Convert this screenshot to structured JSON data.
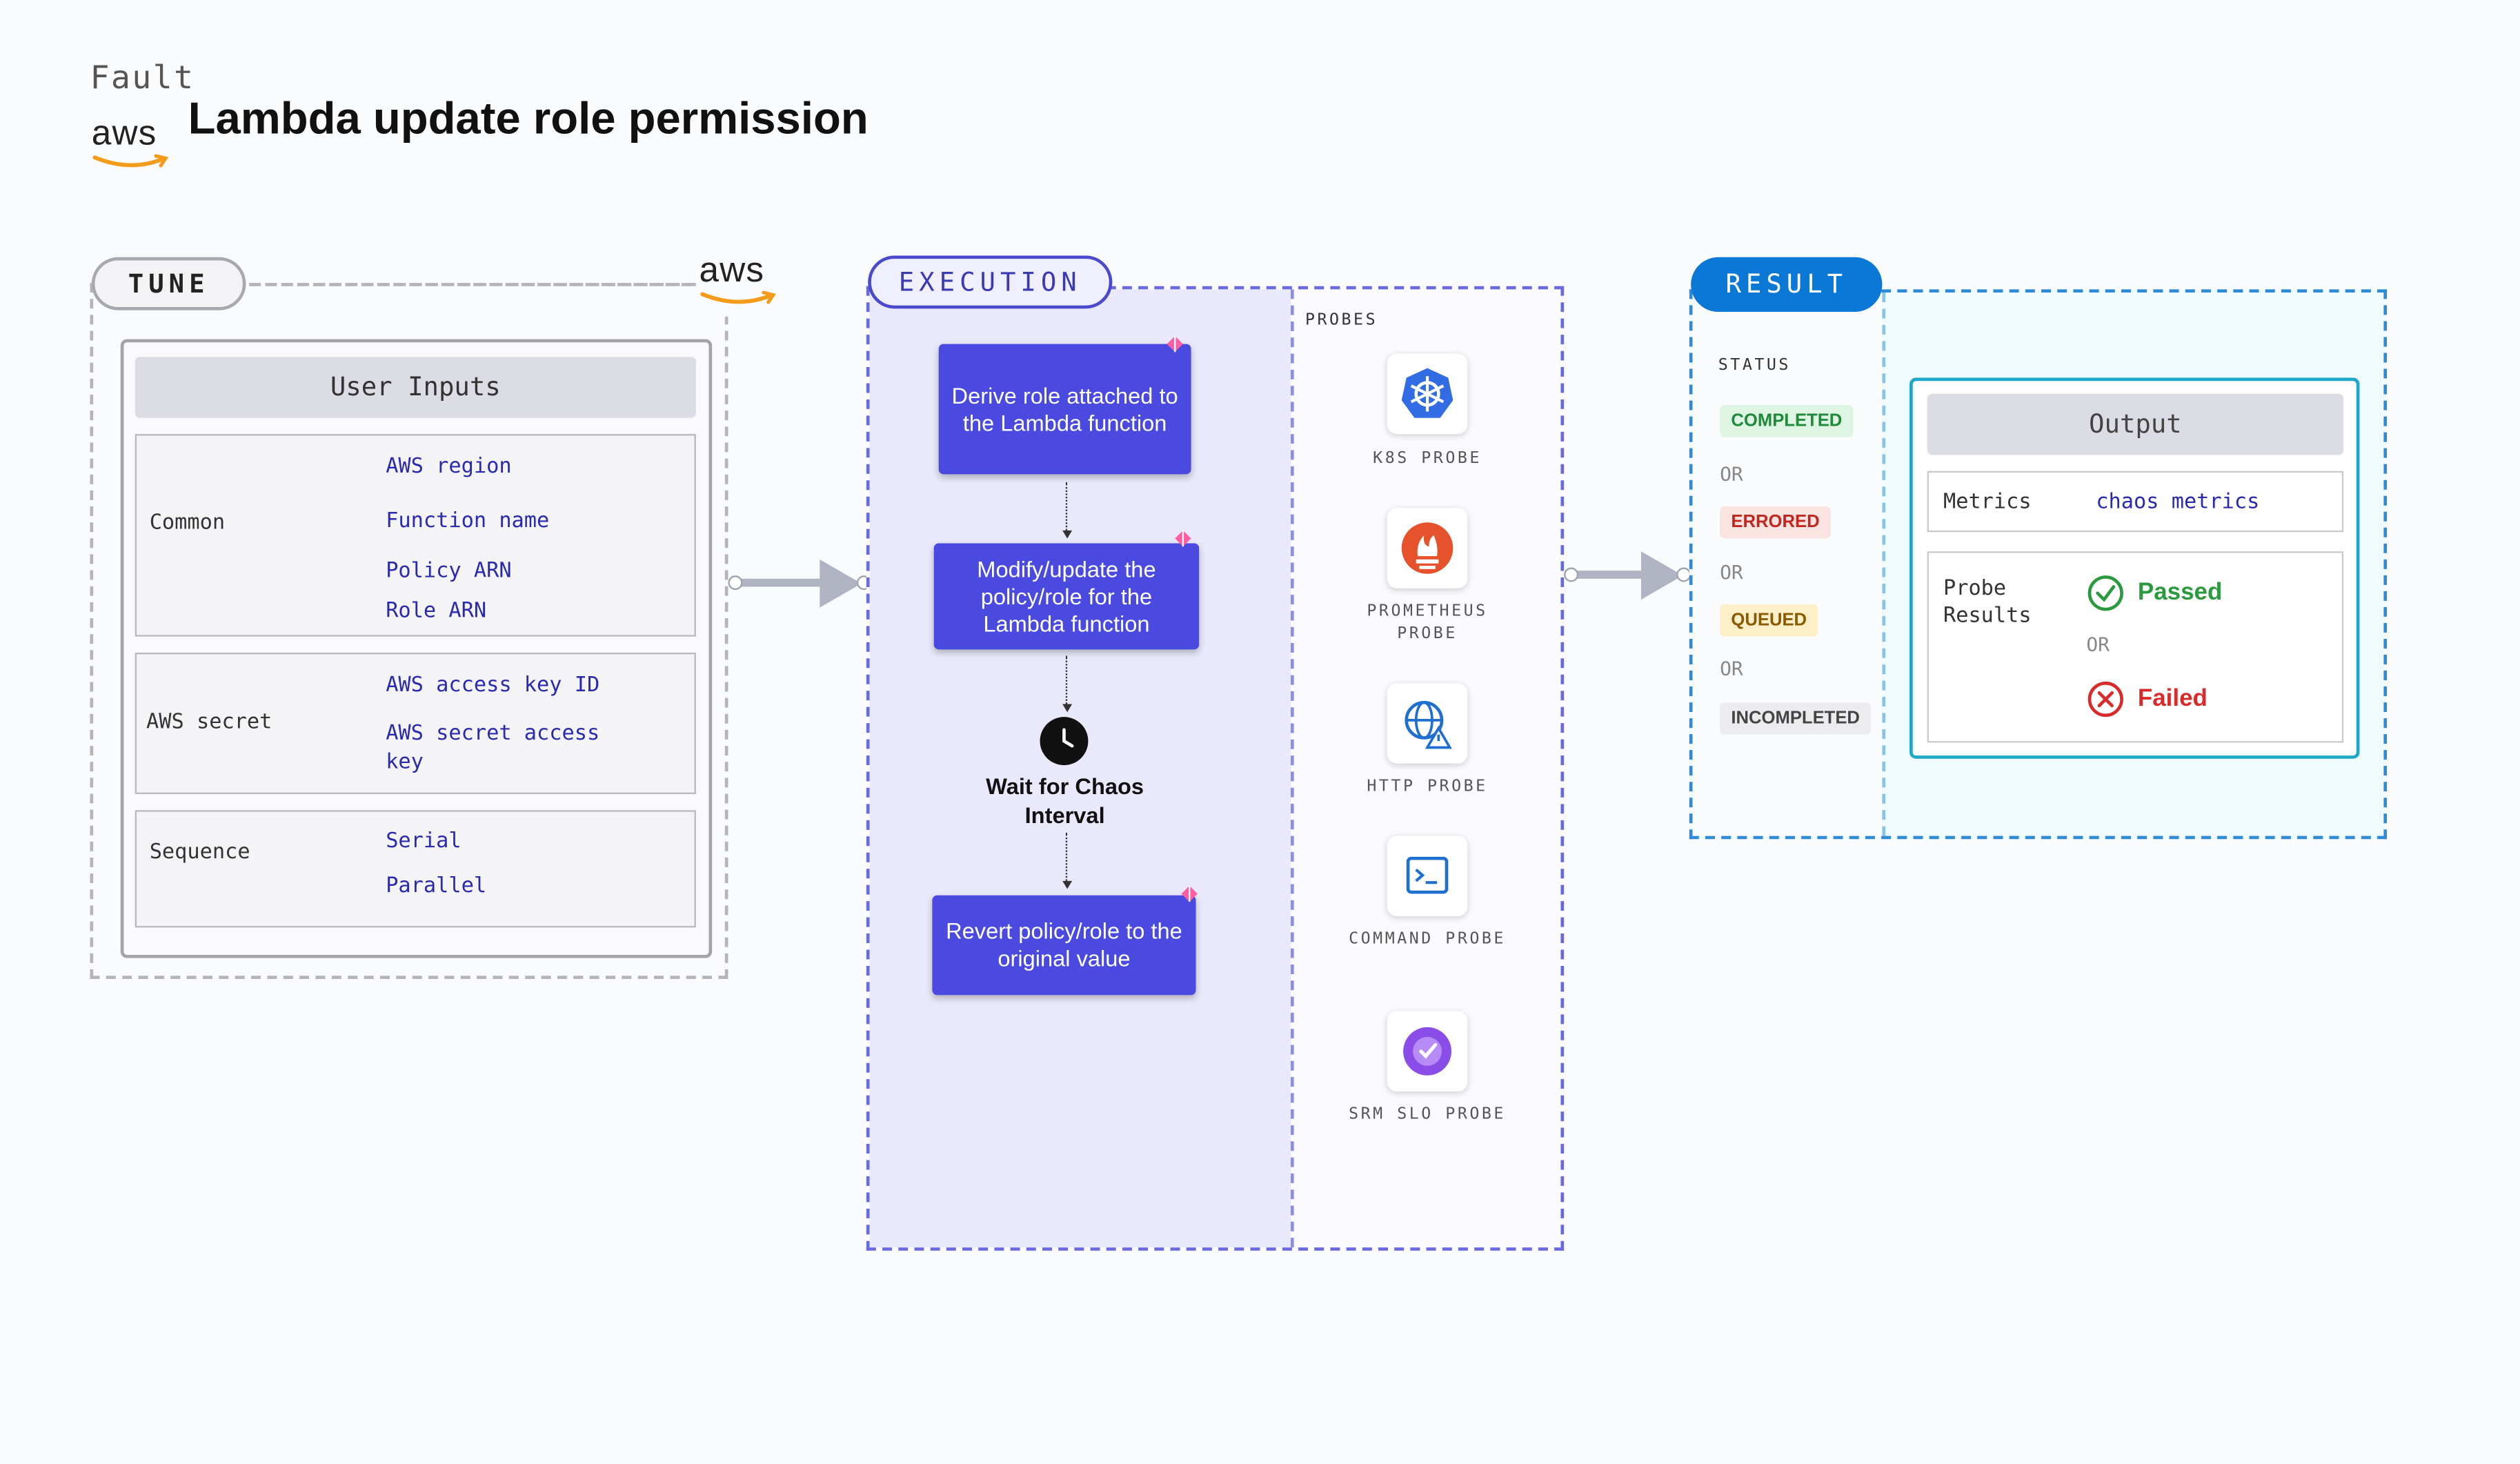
{
  "header": {
    "fault_label": "Fault",
    "title": "Lambda update role permission",
    "logo_text": "aws"
  },
  "tune": {
    "label": "TUNE",
    "logo_text": "aws",
    "panel_title": "User Inputs",
    "groups": [
      {
        "label": "Common",
        "items": [
          "AWS region",
          "Function name",
          "Policy ARN",
          "Role ARN"
        ]
      },
      {
        "label": "AWS secret",
        "items": [
          "AWS access key ID",
          "AWS secret access key"
        ]
      },
      {
        "label": "Sequence",
        "items": [
          "Serial",
          "Parallel"
        ]
      }
    ]
  },
  "execution": {
    "label": "EXECUTION",
    "steps": [
      "Derive role attached to the Lambda function",
      "Modify/update the policy/role for the Lambda function",
      "Wait for Chaos Interval",
      "Revert policy/role to the original value"
    ],
    "probes_title": "PROBES",
    "probes": [
      {
        "label": "K8S PROBE",
        "icon": "kubernetes-icon",
        "color": "#326ce5"
      },
      {
        "label": "PROMETHEUS PROBE",
        "icon": "prometheus-icon",
        "color": "#e6522c"
      },
      {
        "label": "HTTP PROBE",
        "icon": "globe-icon",
        "color": "#1f6fd1"
      },
      {
        "label": "COMMAND PROBE",
        "icon": "terminal-icon",
        "color": "#1f6fd1"
      },
      {
        "label": "SRM SLO PROBE",
        "icon": "slo-icon",
        "color": "#8a4de8"
      }
    ]
  },
  "result": {
    "label": "RESULT",
    "status_title": "STATUS",
    "statuses": [
      {
        "text": "COMPLETED",
        "color": "#1e8a3a",
        "bg": "#dff5e3"
      },
      {
        "text": "ERRORED",
        "color": "#c0271e",
        "bg": "#fbe3e1"
      },
      {
        "text": "QUEUED",
        "color": "#8a5a00",
        "bg": "#fdf0c8"
      },
      {
        "text": "INCOMPLETED",
        "color": "#444",
        "bg": "#ececef"
      }
    ],
    "or_text": "OR",
    "output_title": "Output",
    "metrics_label": "Metrics",
    "metrics_value": "chaos metrics",
    "probe_results_label": "Probe Results",
    "passed": "Passed",
    "failed": "Failed",
    "passed_color": "#2b9a3e",
    "failed_color": "#d92b2b"
  }
}
